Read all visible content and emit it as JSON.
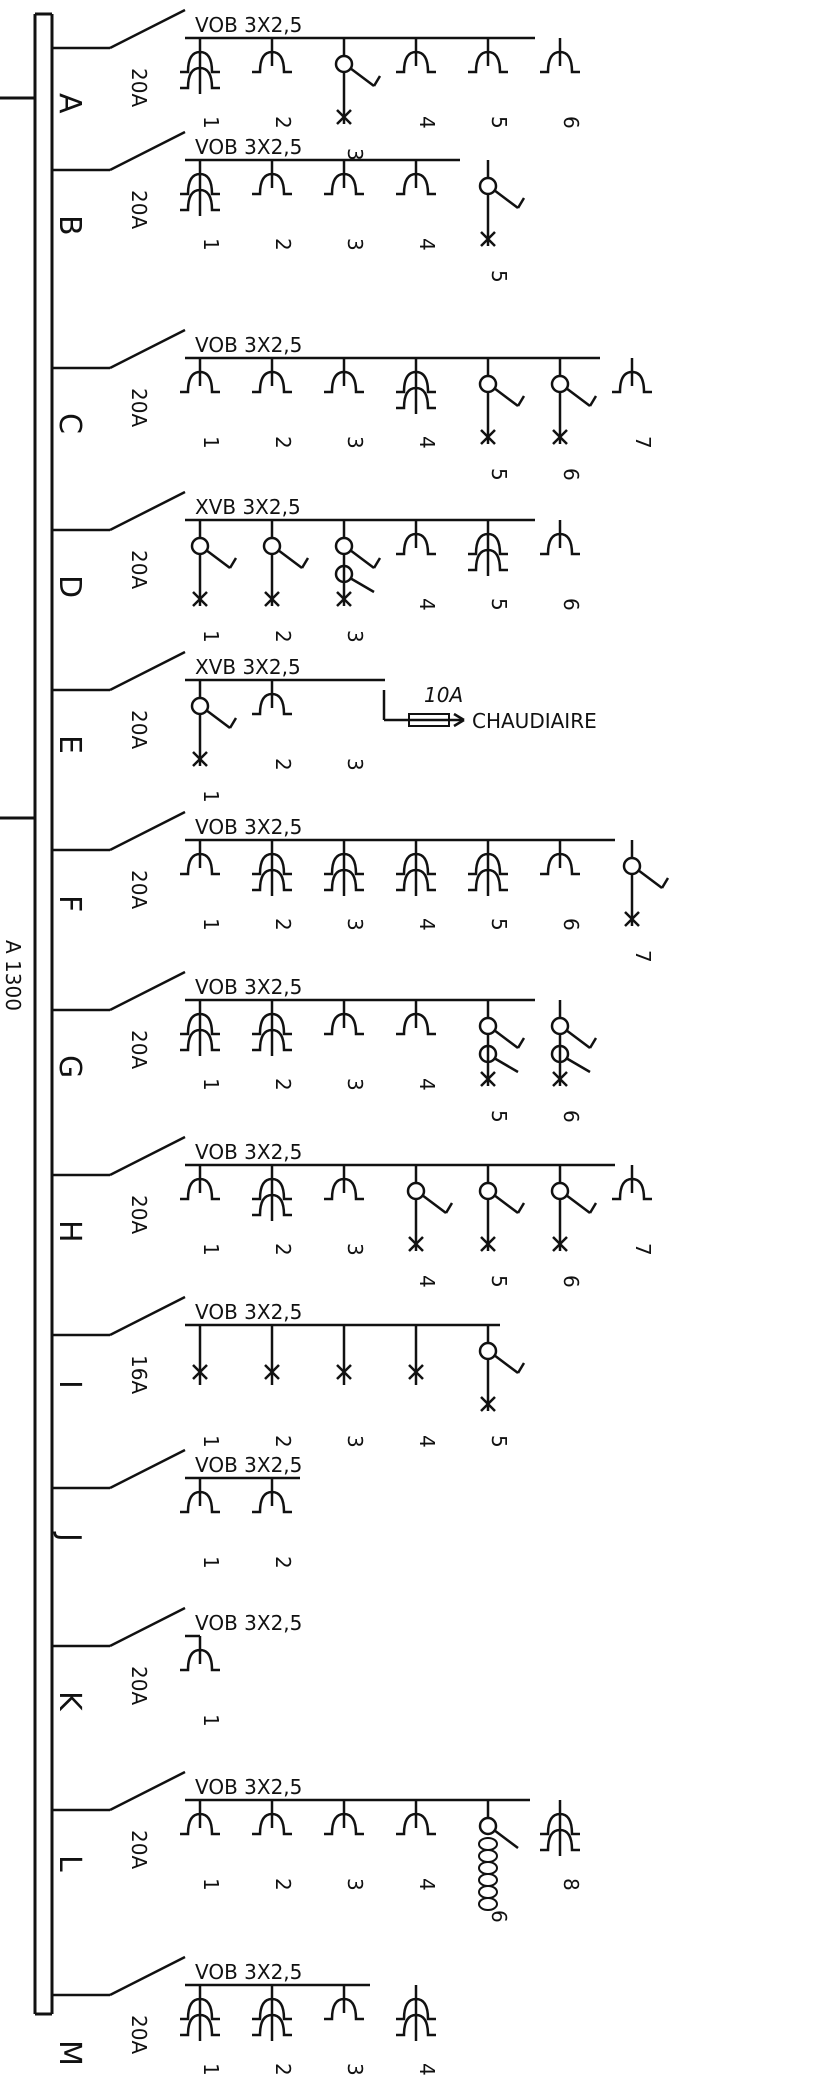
{
  "circuits": [
    {
      "id": "A",
      "breaker": "20A",
      "cable": "VOB 3X2,5",
      "points": [
        {
          "kind": "double-outlet",
          "n": "1"
        },
        {
          "kind": "outlet",
          "n": "2"
        },
        {
          "kind": "light-switch",
          "n": "3"
        },
        {
          "kind": "outlet",
          "n": "4"
        },
        {
          "kind": "outlet",
          "n": "5"
        },
        {
          "kind": "outlet",
          "n": "6"
        }
      ]
    },
    {
      "id": "B",
      "breaker": "20A",
      "cable": "VOB 3X2,5",
      "points": [
        {
          "kind": "double-outlet",
          "n": "1"
        },
        {
          "kind": "outlet",
          "n": "2"
        },
        {
          "kind": "outlet",
          "n": "3"
        },
        {
          "kind": "outlet",
          "n": "4"
        },
        {
          "kind": "light-switch",
          "n": "5"
        }
      ]
    },
    {
      "id": "C",
      "breaker": "20A",
      "cable": "VOB 3X2,5",
      "points": [
        {
          "kind": "outlet",
          "n": "1"
        },
        {
          "kind": "outlet",
          "n": "2"
        },
        {
          "kind": "outlet",
          "n": "3"
        },
        {
          "kind": "double-outlet",
          "n": "4"
        },
        {
          "kind": "light-switch",
          "n": "5"
        },
        {
          "kind": "light-switch",
          "n": "6"
        },
        {
          "kind": "outlet",
          "n": "7"
        }
      ]
    },
    {
      "id": "D",
      "breaker": "20A",
      "cable": "XVB 3X2,5",
      "points": [
        {
          "kind": "light-switch",
          "n": "1"
        },
        {
          "kind": "light-switch",
          "n": "2"
        },
        {
          "kind": "double-light-switch",
          "n": "3"
        },
        {
          "kind": "outlet",
          "n": "4"
        },
        {
          "kind": "double-outlet",
          "n": "5"
        },
        {
          "kind": "outlet",
          "n": "6"
        }
      ]
    },
    {
      "id": "E",
      "breaker": "20A",
      "cable": "XVB 3X2,5",
      "points": [
        {
          "kind": "light-switch",
          "n": "1"
        },
        {
          "kind": "outlet",
          "n": "2"
        },
        {
          "kind": "boiler-feed",
          "n": "3"
        }
      ],
      "fuse": "10A",
      "load": "CHAUDIAIRE"
    },
    {
      "id": "F",
      "breaker": "20A",
      "cable": "VOB 3X2,5",
      "points": [
        {
          "kind": "outlet",
          "n": "1"
        },
        {
          "kind": "double-outlet",
          "n": "2"
        },
        {
          "kind": "double-outlet",
          "n": "3"
        },
        {
          "kind": "double-outlet",
          "n": "4"
        },
        {
          "kind": "double-outlet",
          "n": "5"
        },
        {
          "kind": "outlet",
          "n": "6"
        },
        {
          "kind": "light-switch",
          "n": "7"
        }
      ]
    },
    {
      "id": "G",
      "breaker": "20A",
      "cable": "VOB 3X2,5",
      "points": [
        {
          "kind": "double-outlet",
          "n": "1"
        },
        {
          "kind": "double-outlet",
          "n": "2"
        },
        {
          "kind": "outlet",
          "n": "3"
        },
        {
          "kind": "outlet",
          "n": "4"
        },
        {
          "kind": "double-light-switch",
          "n": "5"
        },
        {
          "kind": "double-light-switch",
          "n": "6"
        }
      ]
    },
    {
      "id": "H",
      "breaker": "20A",
      "cable": "VOB 3X2,5",
      "points": [
        {
          "kind": "outlet",
          "n": "1"
        },
        {
          "kind": "double-outlet",
          "n": "2"
        },
        {
          "kind": "outlet",
          "n": "3"
        },
        {
          "kind": "light-switch",
          "n": "4"
        },
        {
          "kind": "light-switch",
          "n": "5"
        },
        {
          "kind": "light-switch",
          "n": "6"
        },
        {
          "kind": "outlet",
          "n": "7"
        }
      ]
    },
    {
      "id": "I",
      "breaker": "16A",
      "cable": "VOB 3X2,5",
      "points": [
        {
          "kind": "light-point",
          "n": "1"
        },
        {
          "kind": "light-point",
          "n": "2"
        },
        {
          "kind": "light-point",
          "n": "3"
        },
        {
          "kind": "light-point",
          "n": "4"
        },
        {
          "kind": "light-switch",
          "n": "5"
        }
      ]
    },
    {
      "id": "J",
      "breaker": "",
      "cable": "VOB 3X2,5",
      "points": [
        {
          "kind": "outlet",
          "n": "1"
        },
        {
          "kind": "outlet",
          "n": "2"
        }
      ]
    },
    {
      "id": "K",
      "breaker": "20A",
      "cable": "VOB 3X2,5",
      "points": [
        {
          "kind": "outlet",
          "n": "1"
        }
      ]
    },
    {
      "id": "L",
      "breaker": "20A",
      "cable": "VOB 3X2,5",
      "points": [
        {
          "kind": "outlet",
          "n": "1"
        },
        {
          "kind": "outlet",
          "n": "2"
        },
        {
          "kind": "outlet",
          "n": "3"
        },
        {
          "kind": "outlet",
          "n": "4"
        },
        {
          "kind": "light-switch-coil",
          "n": "6"
        },
        {
          "kind": "double-outlet",
          "n": "8"
        }
      ]
    },
    {
      "id": "M",
      "breaker": "20A",
      "cable": "VOB 3X2,5",
      "points": [
        {
          "kind": "double-outlet",
          "n": "1"
        },
        {
          "kind": "double-outlet",
          "n": "2"
        },
        {
          "kind": "outlet",
          "n": "3"
        },
        {
          "kind": "double-outlet",
          "n": "4"
        }
      ]
    }
  ],
  "edge_text": "A 1300"
}
